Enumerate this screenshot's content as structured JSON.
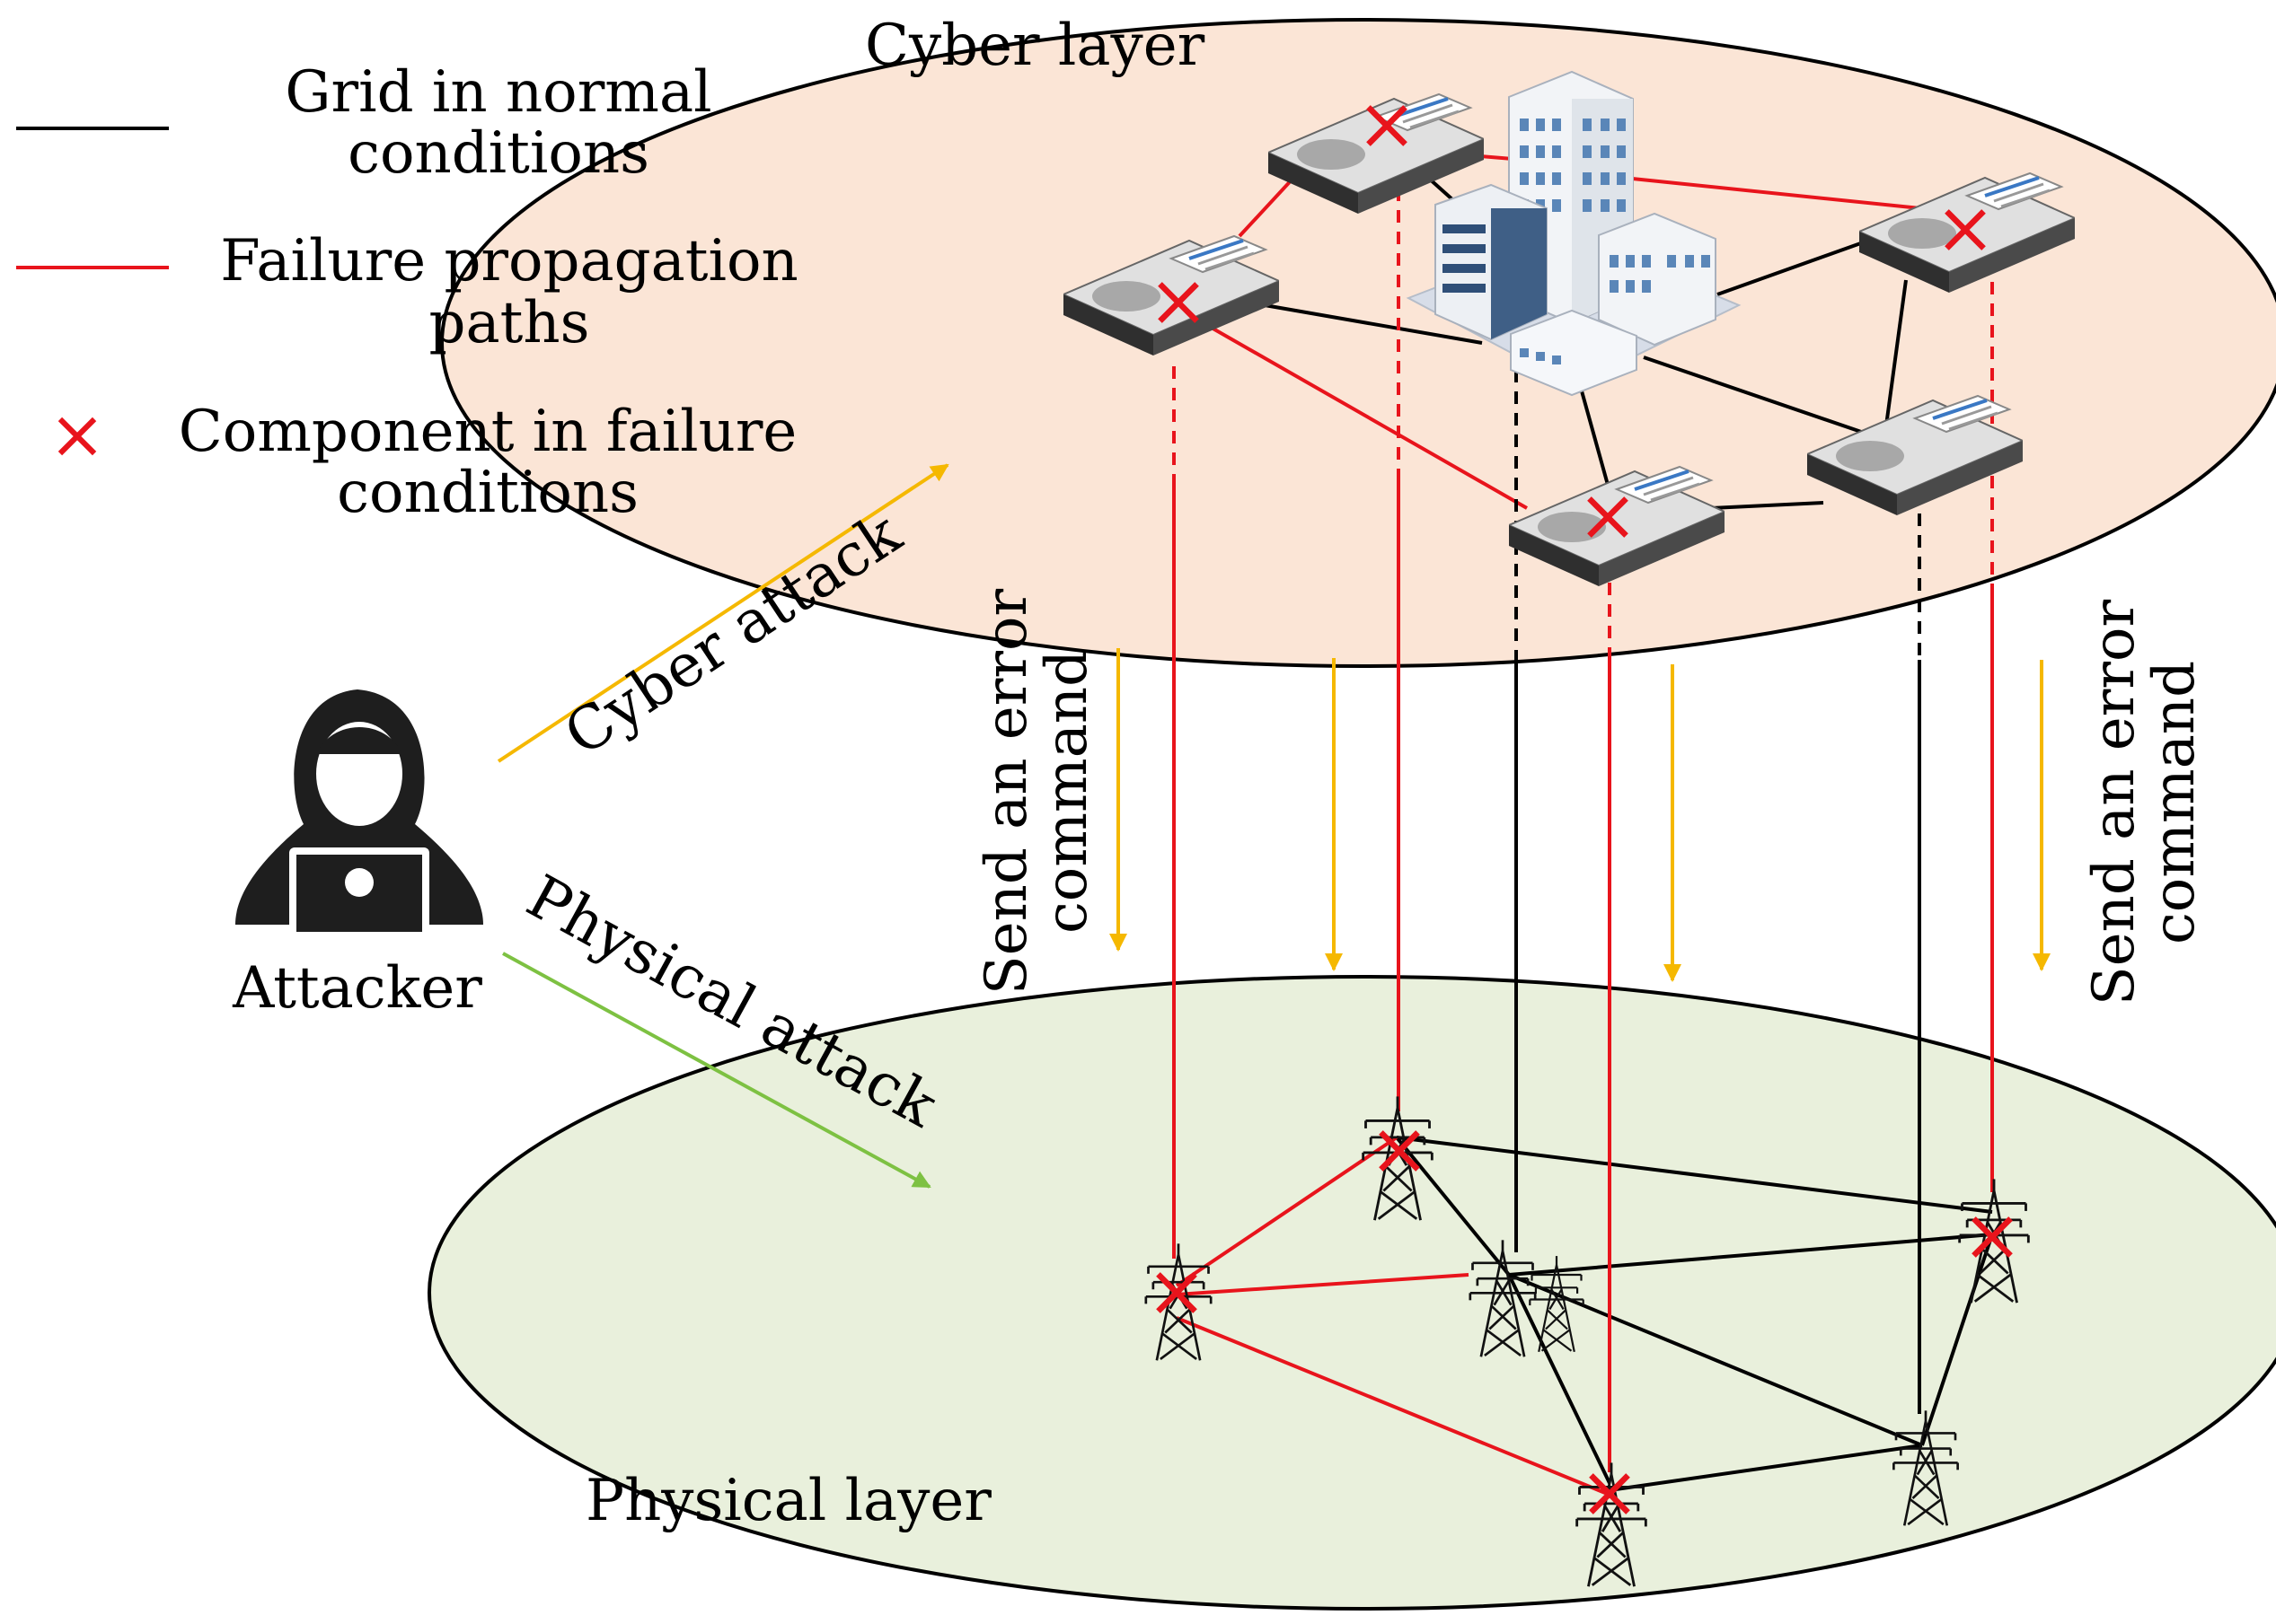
{
  "legend": {
    "normal_line_label_1": "Grid in normal",
    "normal_line_label_2": "conditions",
    "failure_line_label_1": "Failure propagation",
    "failure_line_label_2": "paths",
    "failure_component_label_1": "Component in failure",
    "failure_component_label_2": "conditions"
  },
  "layers": {
    "cyber": "Cyber layer",
    "physical": "Physical layer"
  },
  "attacker": {
    "label": "Attacker"
  },
  "attacks": {
    "cyber": "Cyber attack",
    "physical": "Physical attack"
  },
  "commands": {
    "left_line_1": "Send an error",
    "left_line_2": "command",
    "right_line_1": "Send an error",
    "right_line_2": "command"
  },
  "colors": {
    "normal": "#000000",
    "failure": "#e8141c",
    "cyber_attack": "#f5b800",
    "physical_attack": "#7dc142",
    "cyber_fill": "#fbe5d6",
    "physical_fill": "#e9f0dc"
  },
  "icons": {
    "server": "server-icon",
    "building": "building-cluster-icon",
    "tower": "transmission-tower-icon",
    "hacker": "hacker-icon",
    "failure": "red-x-icon"
  }
}
